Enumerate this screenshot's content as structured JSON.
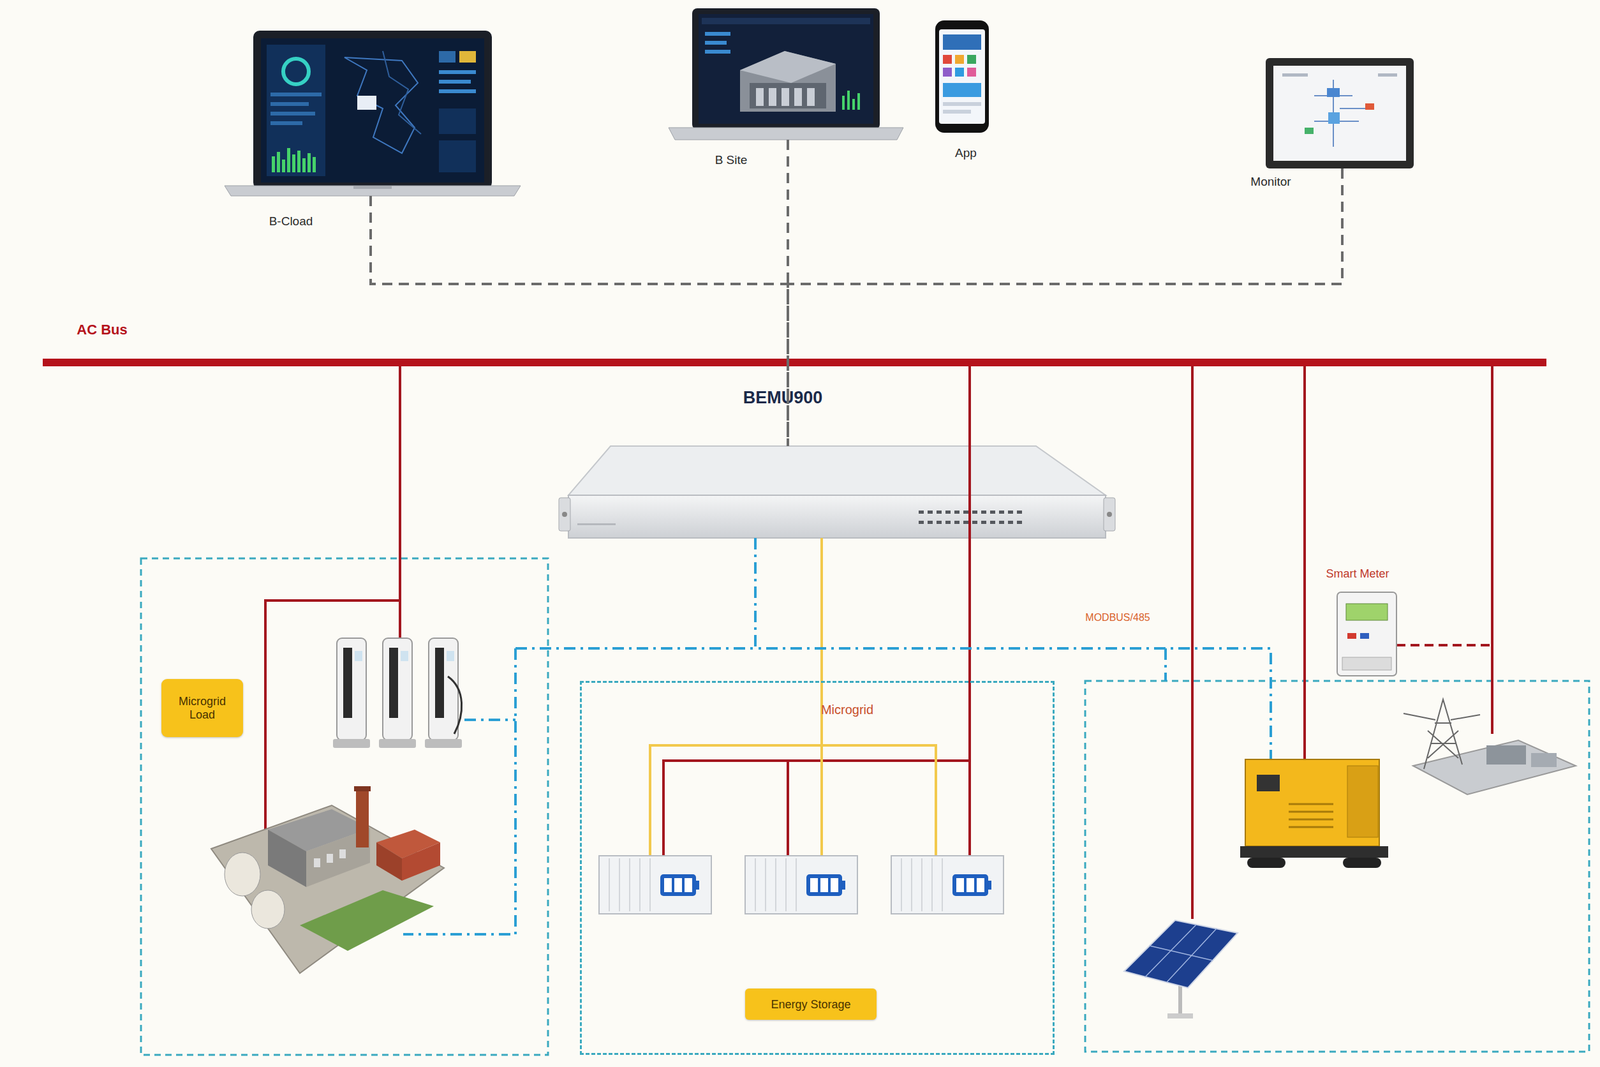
{
  "diagram": {
    "nodes": [
      {
        "text": [
          "B-Cload"
        ]
      },
      {
        "text": [
          "B Site"
        ]
      },
      {
        "text": [
          "App"
        ]
      },
      {
        "text": [
          "Monitor"
        ]
      },
      {
        "text": [
          "BEMU900"
        ]
      },
      {
        "text": [
          "Microgrid Load"
        ]
      },
      {
        "text": [
          "Microgrid"
        ]
      },
      {
        "text": [
          "Energy Storage"
        ],
        "in": 6
      },
      {
        "text": [
          "Smart Meter"
        ]
      }
    ],
    "edges": [
      {
        "from": 0,
        "to": 4,
        "arrow": "none"
      },
      {
        "from": 1,
        "to": 4,
        "arrow": "none"
      },
      {
        "from": 3,
        "to": 4,
        "arrow": "none"
      }
    ],
    "labels": [
      "AC Bus",
      "MODBUS/485"
    ]
  }
}
